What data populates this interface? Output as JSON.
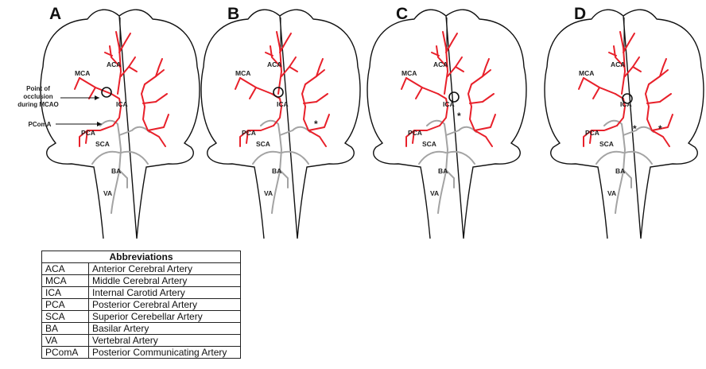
{
  "panels": [
    {
      "letter": "A",
      "stars": 0,
      "circle": true
    },
    {
      "letter": "B",
      "stars": 1,
      "circle": true
    },
    {
      "letter": "C",
      "stars": 1,
      "circle": true
    },
    {
      "letter": "D",
      "stars": 2,
      "circle": true
    }
  ],
  "vessel_labels": {
    "aca": "ACA",
    "mca": "MCA",
    "ica": "ICA",
    "pca": "PCA",
    "sca": "SCA",
    "ba": "BA",
    "va": "VA"
  },
  "annotations": {
    "occlusion": [
      "Point of",
      "occlusion",
      "during MCAO"
    ],
    "pcoma": "PComA",
    "star": "*"
  },
  "colors": {
    "vessel_red": "#e8202a",
    "vessel_gray": "#a3a3a3",
    "outline": "#111111"
  },
  "abbreviations": {
    "title": "Abbreviations",
    "rows": [
      {
        "abbr": "ACA",
        "name": "Anterior Cerebral Artery"
      },
      {
        "abbr": "MCA",
        "name": "Middle Cerebral Artery"
      },
      {
        "abbr": "ICA",
        "name": "Internal Carotid Artery"
      },
      {
        "abbr": "PCA",
        "name": "Posterior Cerebral Artery"
      },
      {
        "abbr": "SCA",
        "name": "Superior Cerebellar Artery"
      },
      {
        "abbr": "BA",
        "name": "Basilar Artery"
      },
      {
        "abbr": "VA",
        "name": "Vertebral Artery"
      },
      {
        "abbr": "PComA",
        "name": "Posterior Communicating Artery"
      }
    ]
  }
}
